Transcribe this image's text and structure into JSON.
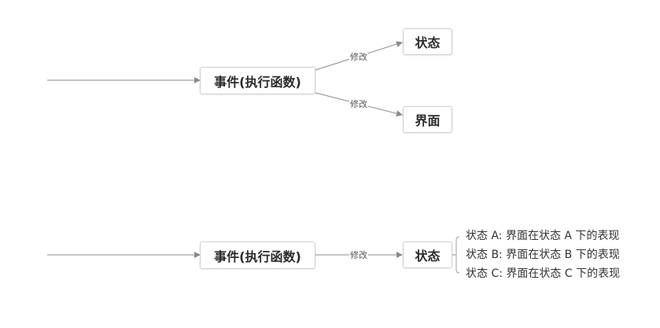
{
  "diagram_top": {
    "event_label": "事件(执行函数)",
    "state_label": "状态",
    "ui_label": "界面",
    "edge_state_label": "修改",
    "edge_ui_label": "修改"
  },
  "diagram_bottom": {
    "event_label": "事件(执行函数)",
    "state_label": "状态",
    "edge_label": "修改",
    "state_items": [
      "状态 A: 界面在状态 A 下的表现",
      "状态 B: 界面在状态 B 下的表现",
      "状态 C: 界面在状态 C 下的表现"
    ]
  },
  "colors": {
    "line": "#8a8a8a",
    "node_border": "#cfcfcf",
    "text": "#2b2b2b"
  }
}
